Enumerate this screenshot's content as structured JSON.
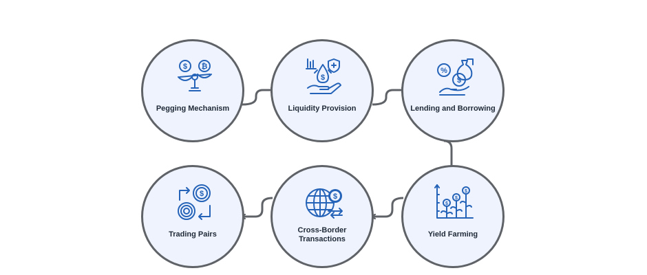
{
  "diagram": {
    "nodes": [
      {
        "label": "Pegging Mechanism",
        "icon": "scale-balance-icon"
      },
      {
        "label": "Liquidity Provision",
        "icon": "hand-droplet-coin-icon"
      },
      {
        "label": "Lending and Borrowing",
        "icon": "money-bag-hand-icon"
      },
      {
        "label": "Yield Farming",
        "icon": "growing-coins-chart-icon"
      },
      {
        "label": "Cross-Border\nTransactions",
        "icon": "globe-dollar-icon"
      },
      {
        "label": "Trading Pairs",
        "icon": "coin-exchange-icon"
      }
    ]
  },
  "colors": {
    "circle_fill": "#eef3fd",
    "circle_border": "#5f6368",
    "icon": "#2563b8",
    "connector": "#5f6368"
  }
}
